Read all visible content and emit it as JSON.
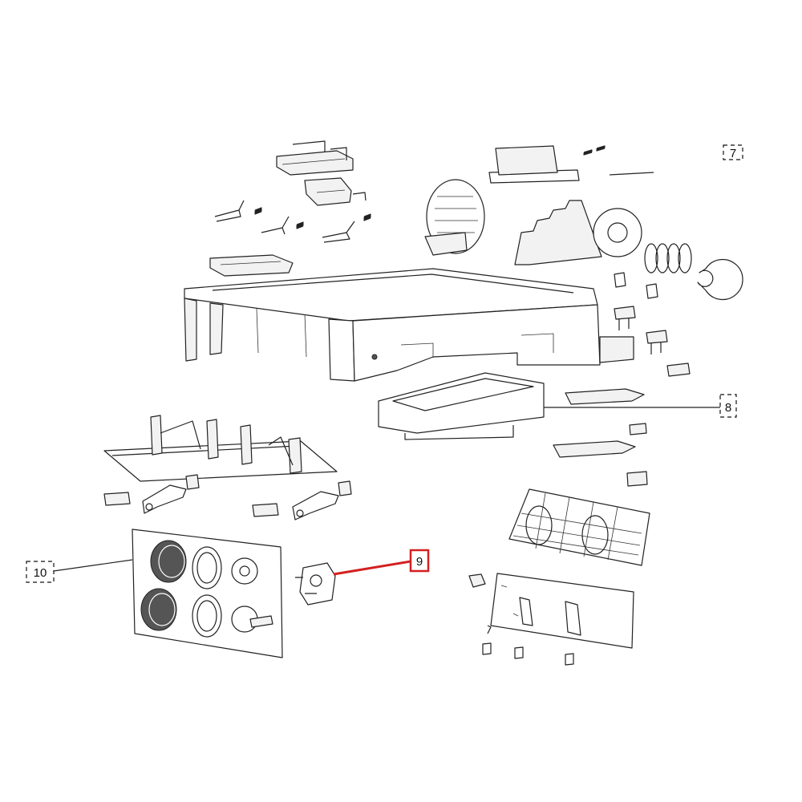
{
  "callouts": {
    "c7": {
      "label": "7",
      "color": "#111111",
      "style": "dashed"
    },
    "c8": {
      "label": "8",
      "color": "#111111",
      "style": "dashed"
    },
    "c9": {
      "label": "9",
      "color": "#d32020",
      "style": "highlighted"
    },
    "c10": {
      "label": "10",
      "color": "#111111",
      "style": "dashed"
    }
  },
  "colors": {
    "highlight": "#d32020",
    "line": "#222222",
    "background": "#ffffff"
  }
}
